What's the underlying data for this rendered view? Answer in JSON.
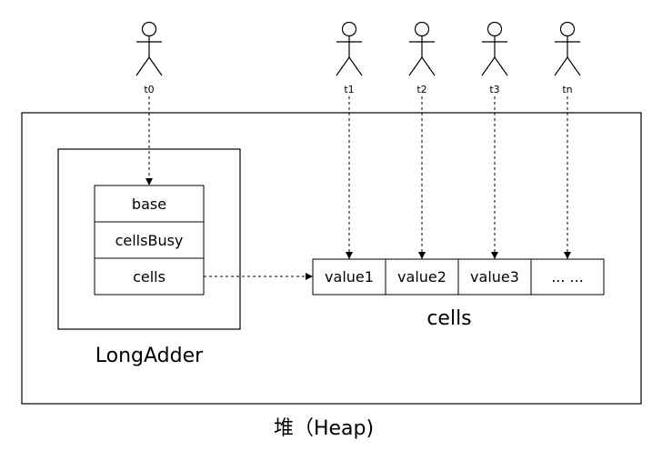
{
  "actors": [
    {
      "id": "t0",
      "label": "t0"
    },
    {
      "id": "t1",
      "label": "t1"
    },
    {
      "id": "t2",
      "label": "t2"
    },
    {
      "id": "t3",
      "label": "t3"
    },
    {
      "id": "tn",
      "label": "tn"
    }
  ],
  "longadder": {
    "title": "LongAdder",
    "fields": [
      "base",
      "cellsBusy",
      "cells"
    ]
  },
  "cells_array": {
    "title": "cells",
    "items": [
      "value1",
      "value2",
      "value3",
      "... ..."
    ]
  },
  "heap": {
    "label": "堆（Heap)"
  }
}
